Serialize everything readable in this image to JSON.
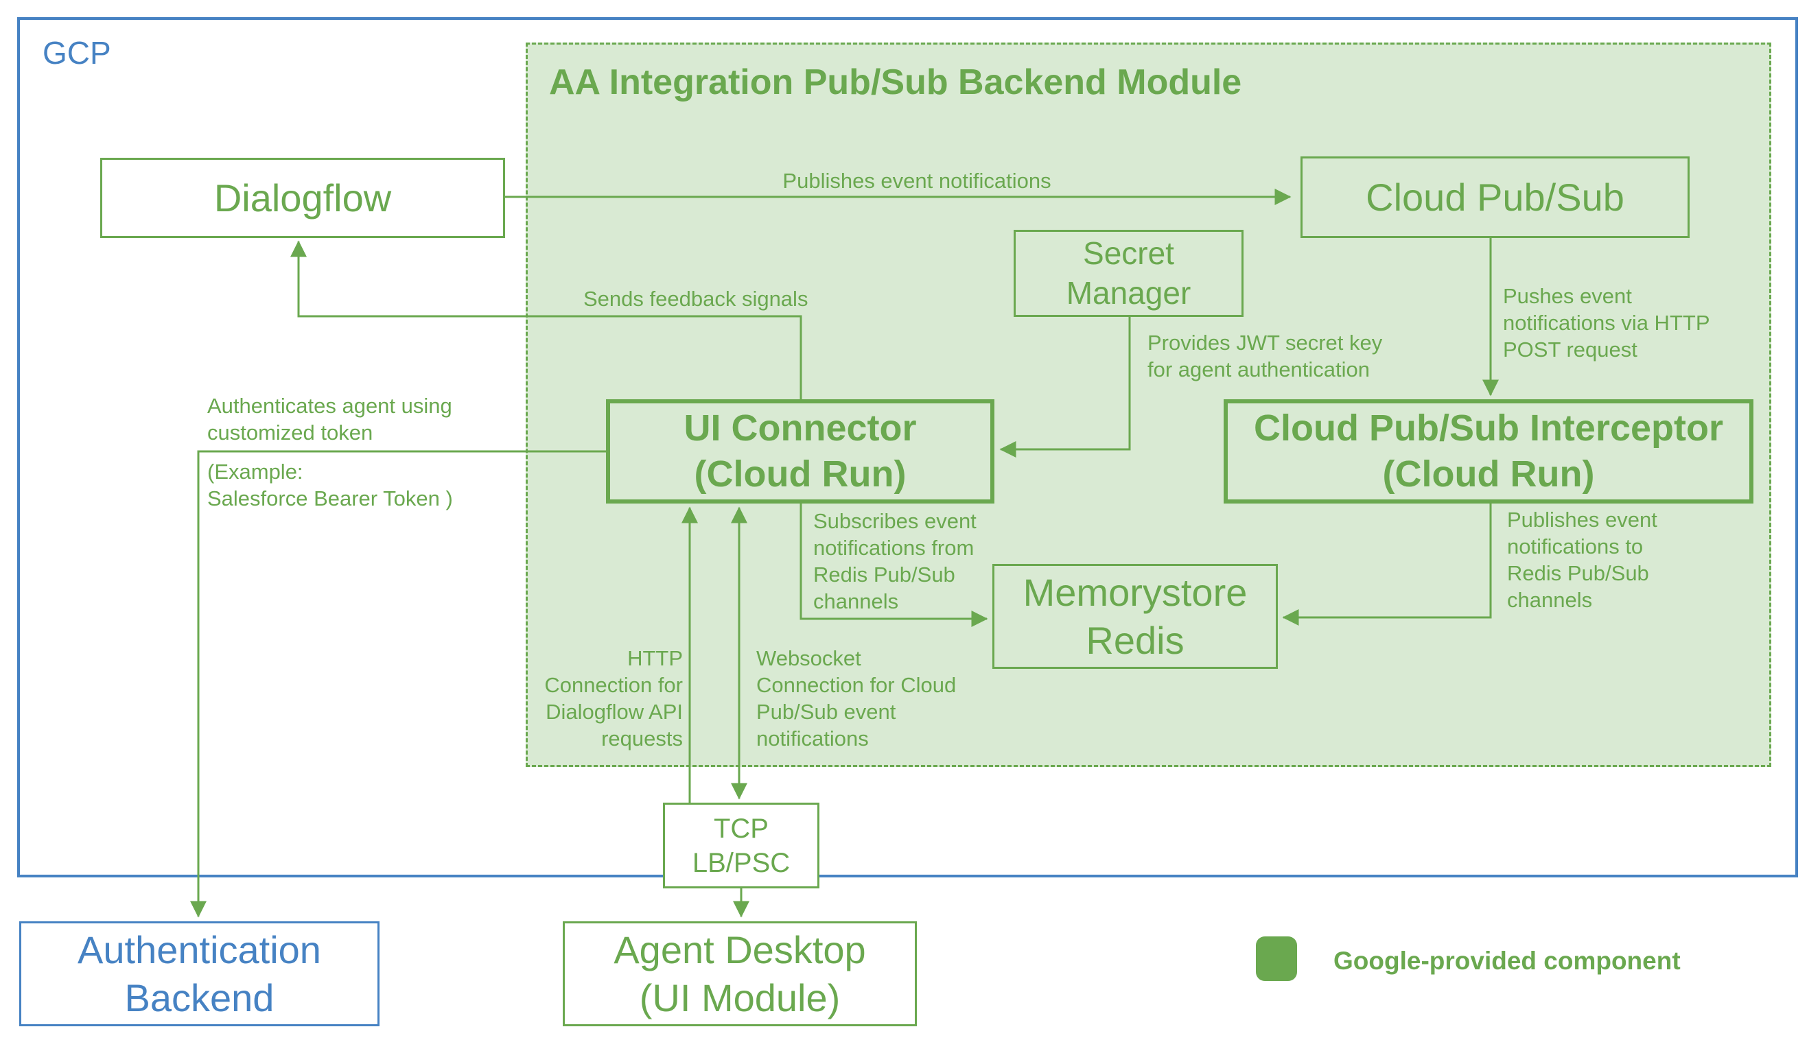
{
  "diagram": {
    "gcp_label": "GCP",
    "module_title": "AA Integration Pub/Sub Backend Module",
    "colors": {
      "green": "#6aa84f",
      "light_green_fill": "#d9ead3",
      "blue": "#4682c3",
      "white": "#ffffff"
    },
    "nodes": {
      "dialogflow": "Dialogflow",
      "cloud_pubsub": "Cloud Pub/Sub",
      "secret_manager": "Secret\nManager",
      "ui_connector": "UI Connector\n(Cloud Run)",
      "interceptor": "Cloud Pub/Sub Interceptor\n(Cloud Run)",
      "memorystore": "Memorystore\nRedis",
      "tcp_lb": "TCP\nLB/PSC",
      "agent_desktop": "Agent Desktop\n(UI Module)",
      "auth_backend": "Authentication\nBackend"
    },
    "edge_labels": {
      "publishes": "Publishes event notifications",
      "feedback": "Sends feedback signals",
      "pushes": "Pushes event\nnotifications via HTTP\nPOST request",
      "jwt": "Provides JWT secret key\nfor agent authentication",
      "pub_redis": "Publishes event\nnotifications to\nRedis Pub/Sub\nchannels",
      "sub_redis": "Subscribes event\nnotifications from\nRedis Pub/Sub\nchannels",
      "auth_top": "Authenticates agent using\ncustomized token",
      "auth_bottom": "(Example:\nSalesforce Bearer Token )",
      "http": "HTTP\nConnection for\nDialogflow API\nrequests",
      "websocket": "Websocket\nConnection for Cloud\nPub/Sub event\nnotifications"
    },
    "legend": {
      "label": "Google-provided component",
      "swatch": "green-rounded-square"
    }
  }
}
